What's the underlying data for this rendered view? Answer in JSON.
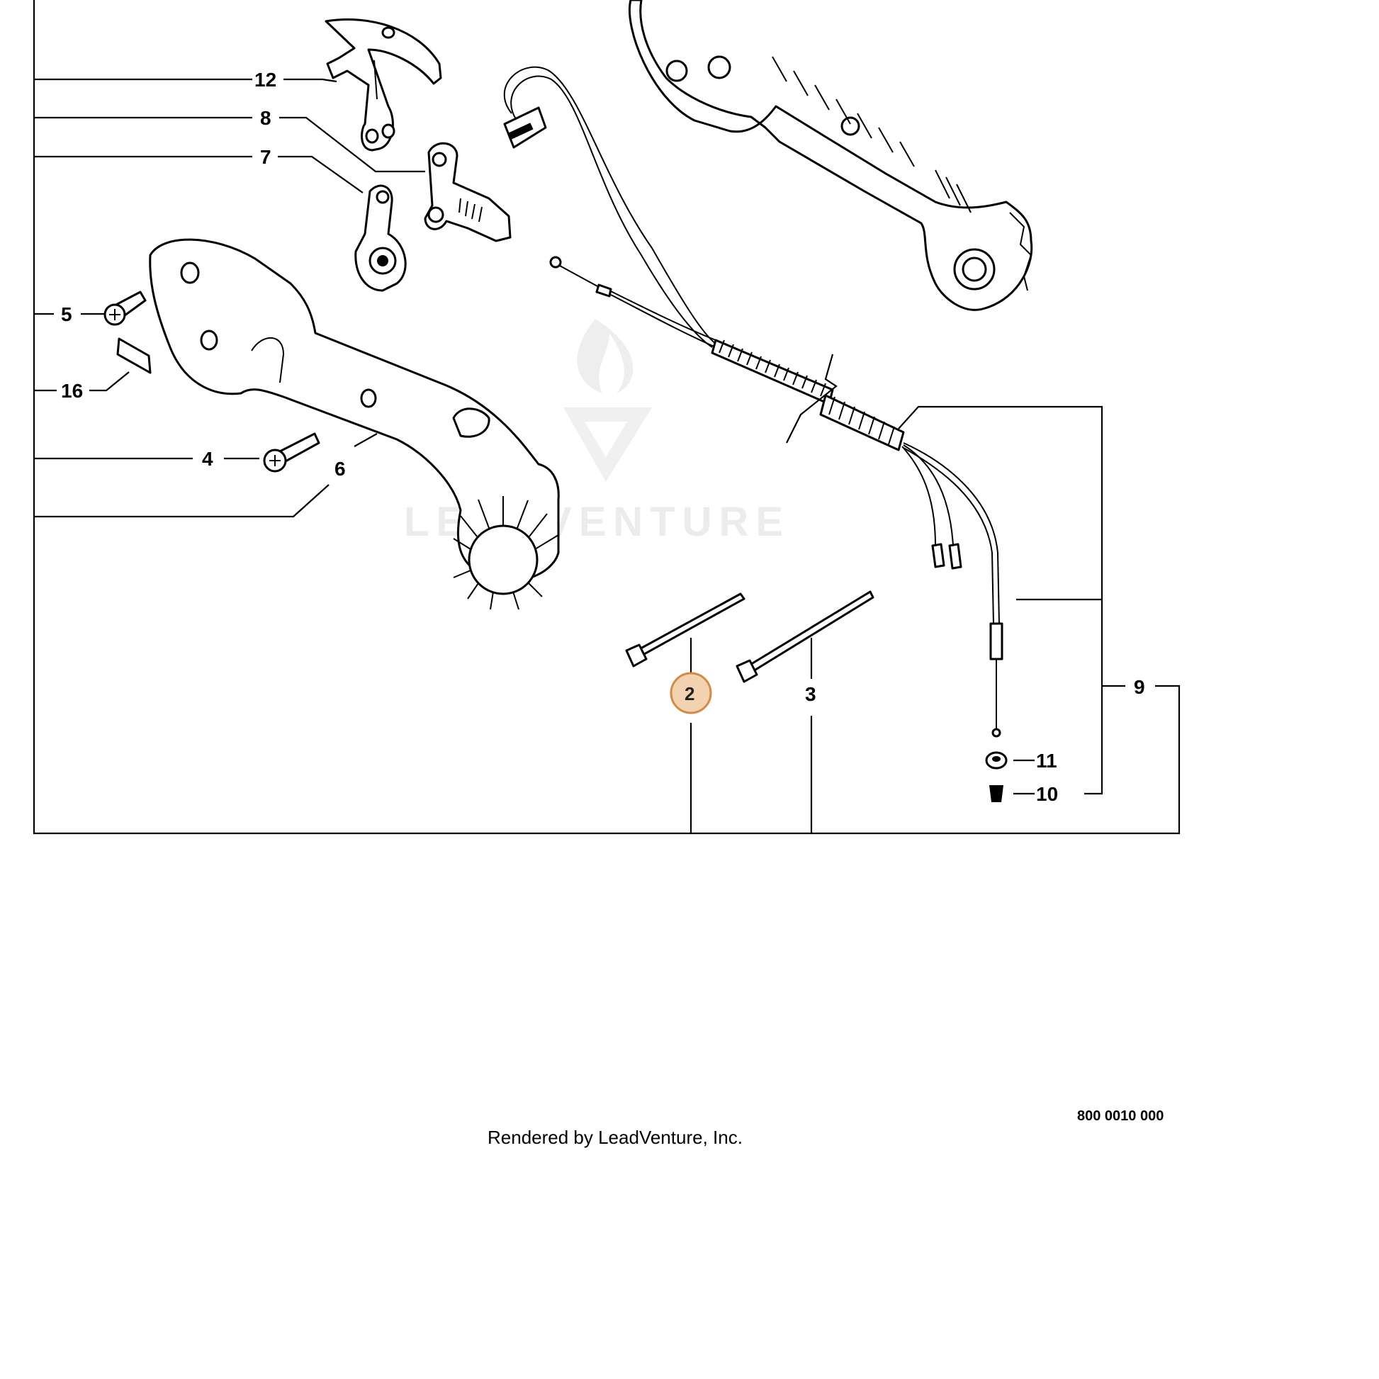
{
  "callouts": {
    "c12": "12",
    "c8": "8",
    "c7": "7",
    "c5": "5",
    "c16": "16",
    "c4": "4",
    "c6": "6",
    "c9": "9",
    "c2": "2",
    "c3": "3",
    "c11": "11",
    "c10": "10"
  },
  "highlight": {
    "callout": "2",
    "fill_color": "#f2d2b0",
    "stroke_color": "#d58a45"
  },
  "watermark": {
    "text": "LEADVENTURE"
  },
  "footer": {
    "rendered_by": "Rendered by LeadVenture, Inc.",
    "diagram_code": "800 0010 000"
  }
}
